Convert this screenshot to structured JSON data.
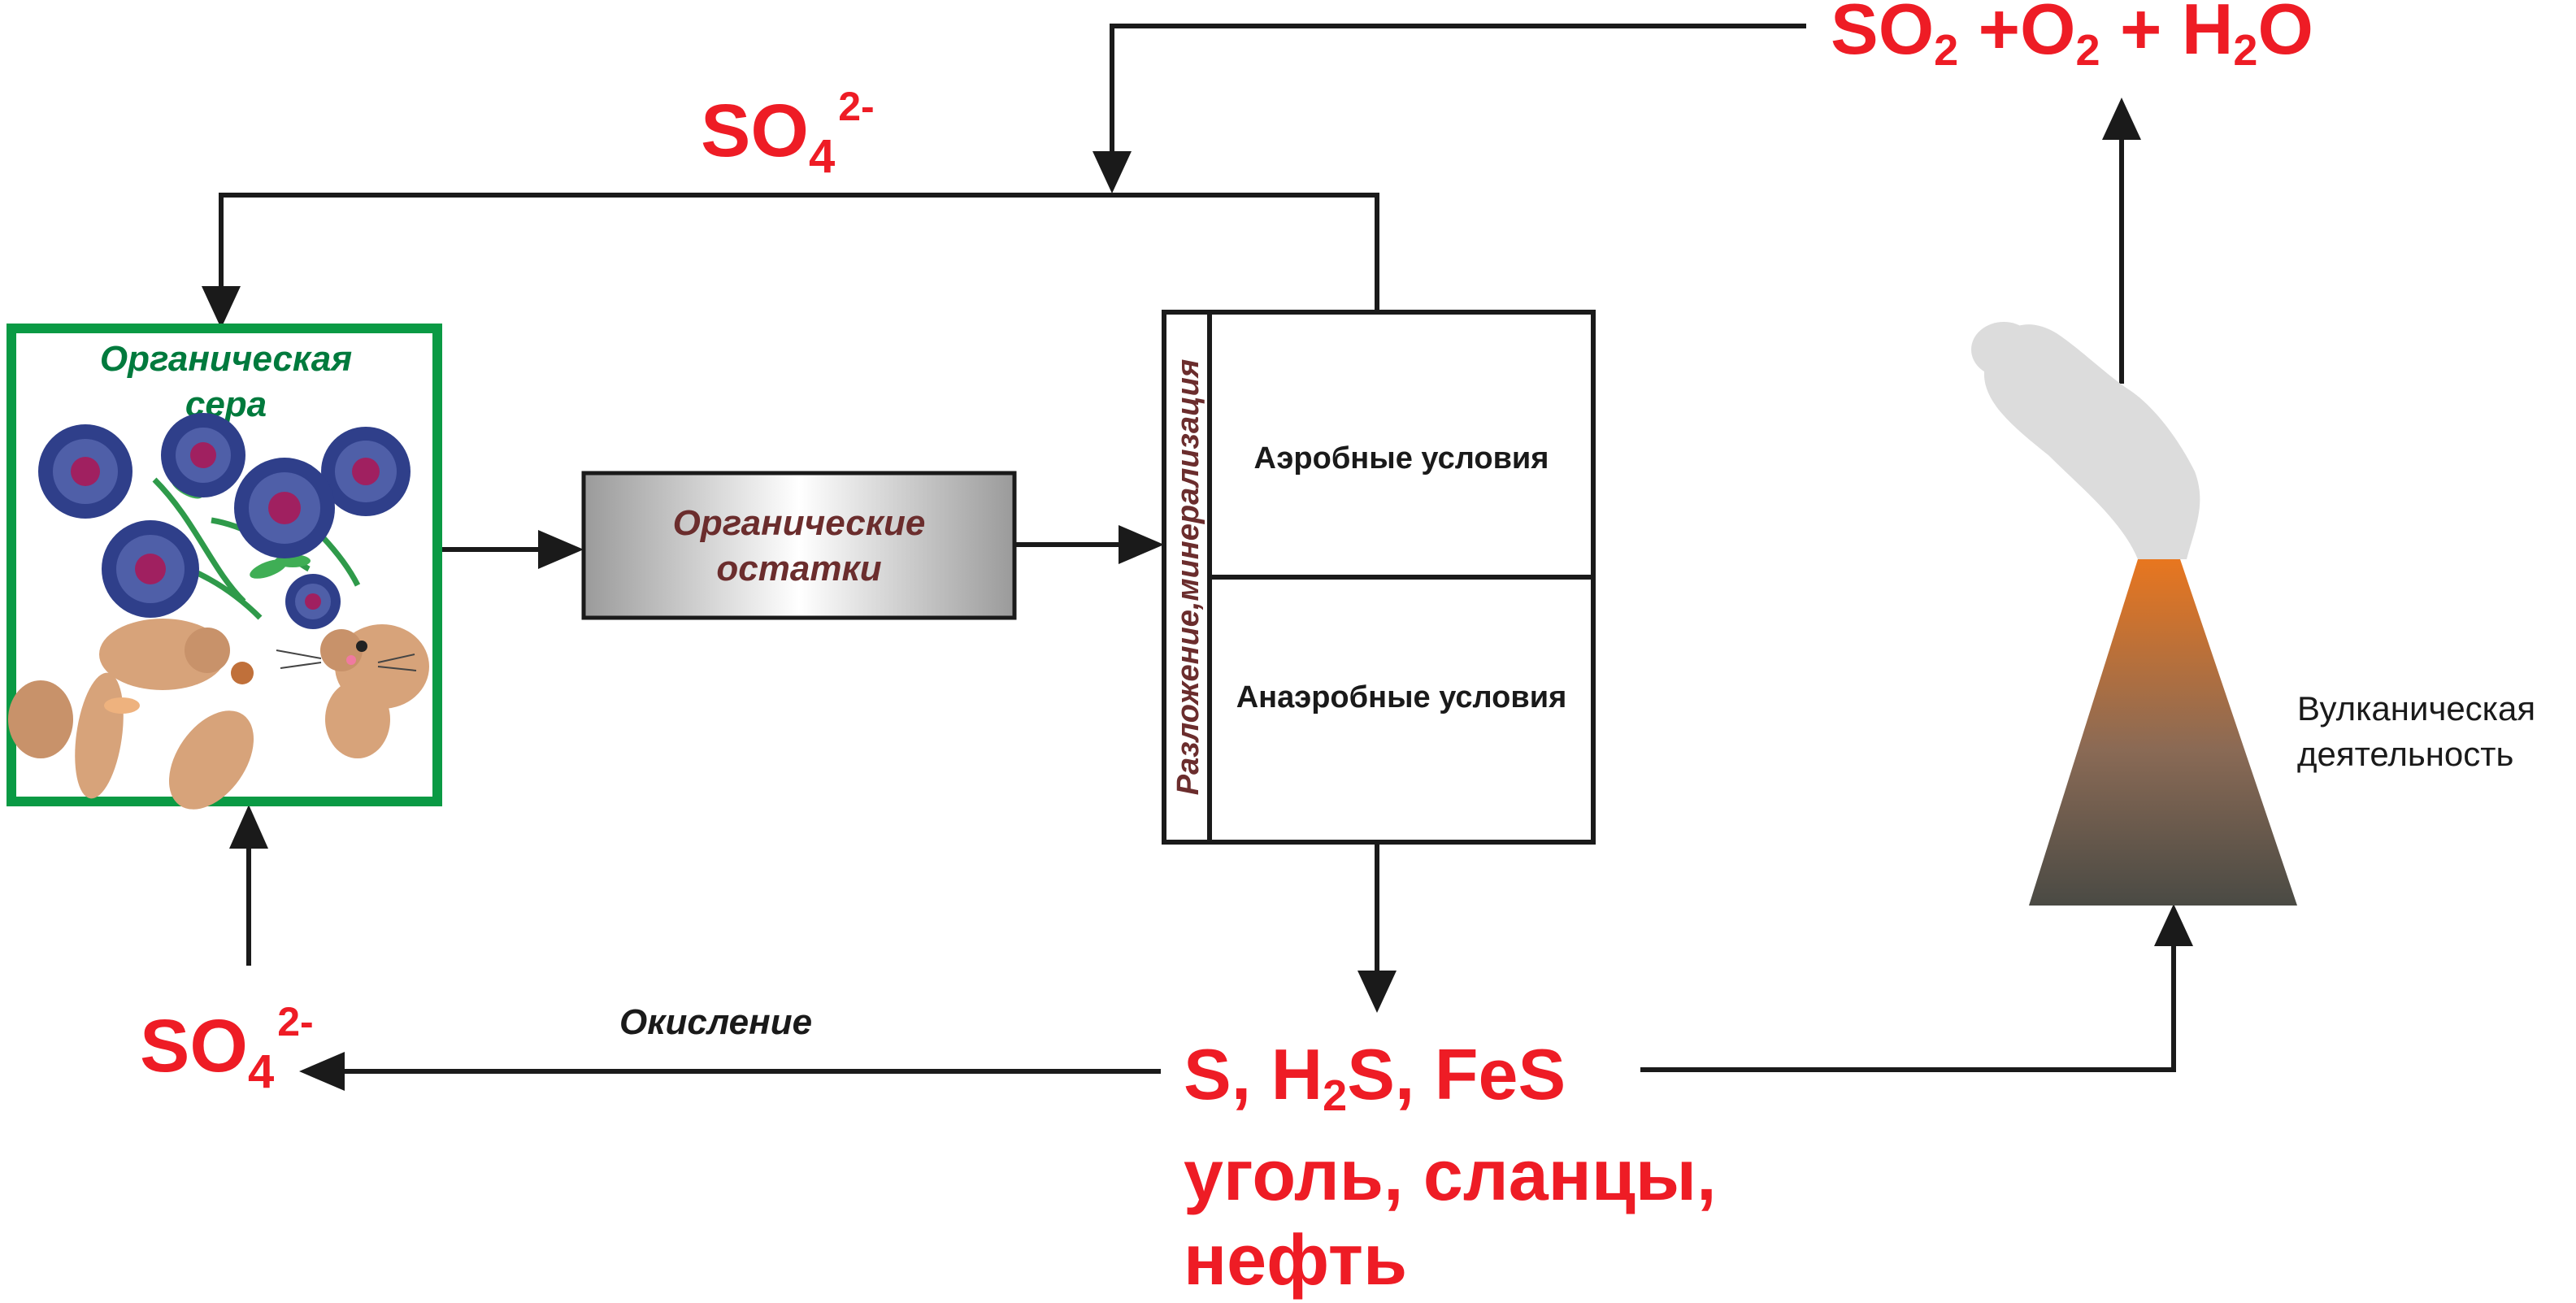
{
  "colors": {
    "red": "#ee1c25",
    "green_frame": "#0a9a44",
    "green_text": "#007a3d",
    "maroon_text": "#6b2d2d",
    "line": "#1a1a1a"
  },
  "organic_sulfur": {
    "line1": "Органическая",
    "line2": "сера"
  },
  "organic_residue": {
    "line1": "Органические",
    "line2": "остатки"
  },
  "decomposition": {
    "side_label": "Разложение,минерализация",
    "aerobic": "Аэробные условия",
    "anaerobic": "Анаэробные условия"
  },
  "sulfate_top": {
    "base": "SO",
    "sub": "4",
    "sup": "2-"
  },
  "sulfate_bottom": {
    "base": "SO",
    "sub": "4",
    "sup": "2-"
  },
  "gases": {
    "so": "SO",
    "so_sub": "2",
    "plus_o": " +O",
    "o_sub": "2",
    "plus_h": " + H",
    "h_sub": "2",
    "o_end": "O"
  },
  "products": {
    "s_part": "S, H",
    "h_sub": "2",
    "rest": "S, FeS",
    "line2": "уголь, сланцы,",
    "line3": "нефть"
  },
  "oxidation": "Окисление",
  "volcano": {
    "line1": "Вулканическая",
    "line2": "деятельность"
  },
  "icons": [
    "flowers-illustration",
    "hamsters-illustration",
    "volcano-icon",
    "smoke-plume-icon",
    "arrow-head-icon"
  ]
}
